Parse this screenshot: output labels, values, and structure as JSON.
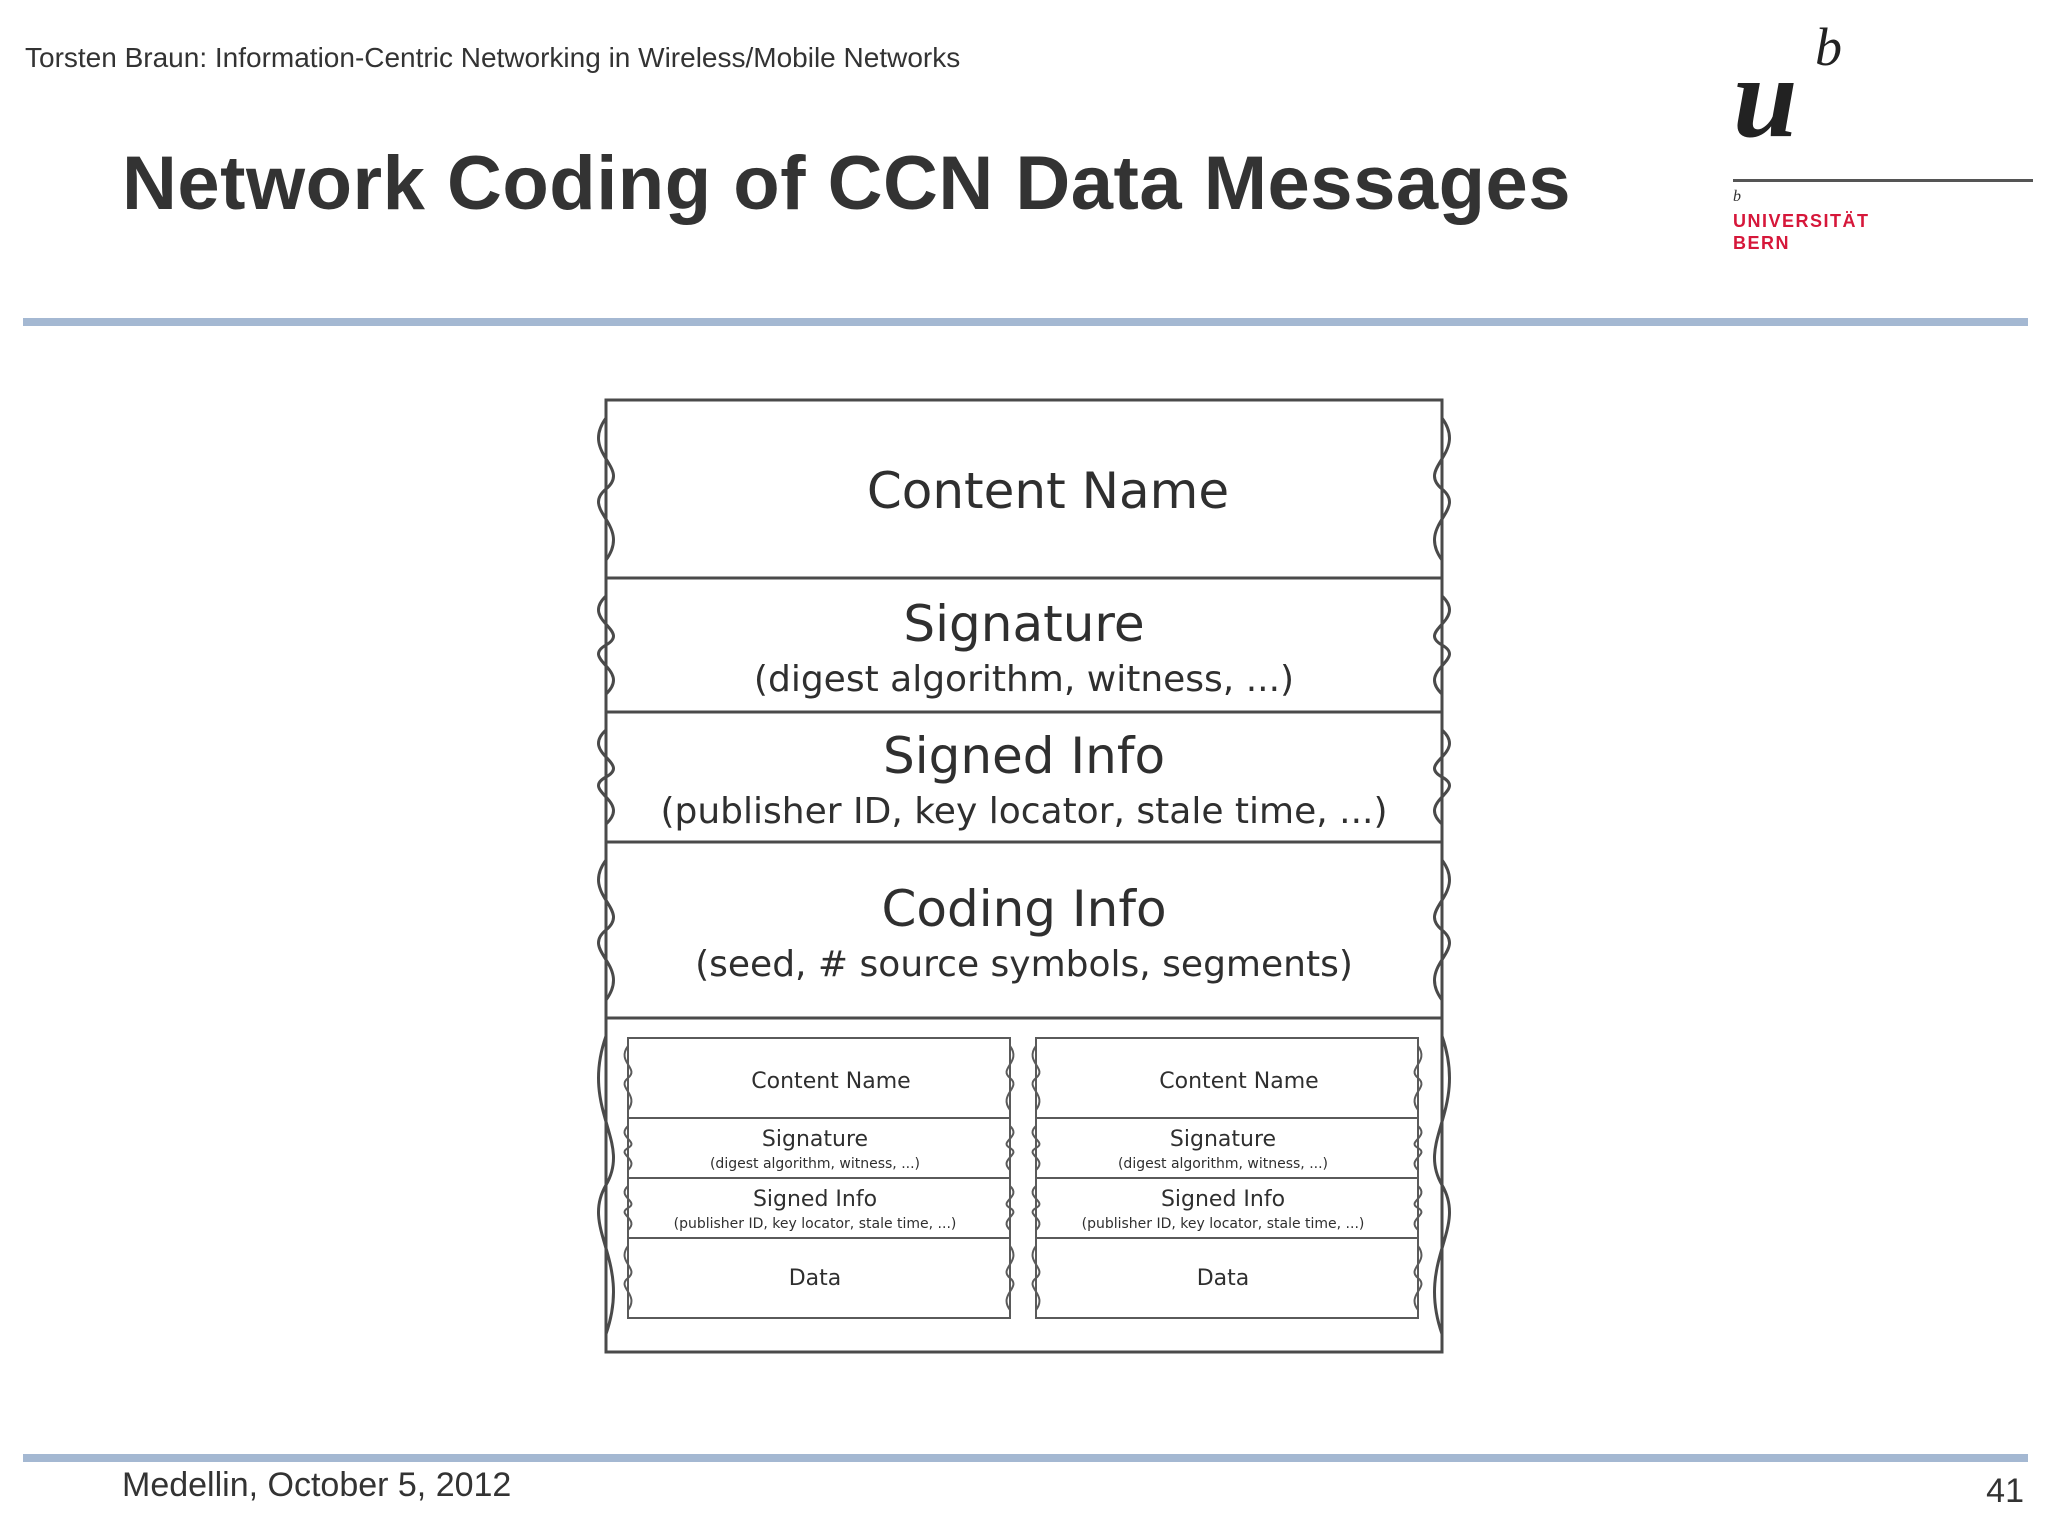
{
  "header": {
    "author_line": "Torsten Braun: Information-Centric Networking in Wireless/Mobile Networks"
  },
  "title": "Network Coding of CCN Data Messages",
  "logo": {
    "mark_u": "u",
    "mark_b": "b",
    "small_b": "b",
    "line1": "UNIVERSITÄT",
    "line2": "BERN"
  },
  "diagram": {
    "outer_fields": [
      {
        "name": "Content Name",
        "detail": ""
      },
      {
        "name": "Signature",
        "detail": "(digest algorithm, witness, ...)"
      },
      {
        "name": "Signed Info",
        "detail": "(publisher ID, key locator, stale time, ...)"
      },
      {
        "name": "Coding Info",
        "detail": "(seed, # source symbols, segments)"
      }
    ],
    "inner_messages": [
      {
        "fields": [
          {
            "name": "Content Name",
            "detail": ""
          },
          {
            "name": "Signature",
            "detail": "(digest algorithm, witness, ...)"
          },
          {
            "name": "Signed Info",
            "detail": "(publisher ID, key locator, stale time, ...)"
          },
          {
            "name": "Data",
            "detail": ""
          }
        ]
      },
      {
        "fields": [
          {
            "name": "Content Name",
            "detail": ""
          },
          {
            "name": "Signature",
            "detail": "(digest algorithm, witness, ...)"
          },
          {
            "name": "Signed Info",
            "detail": "(publisher ID, key locator, stale time, ...)"
          },
          {
            "name": "Data",
            "detail": ""
          }
        ]
      }
    ]
  },
  "footer": {
    "location_date": "Medellin, October 5, 2012",
    "page_number": "41"
  }
}
